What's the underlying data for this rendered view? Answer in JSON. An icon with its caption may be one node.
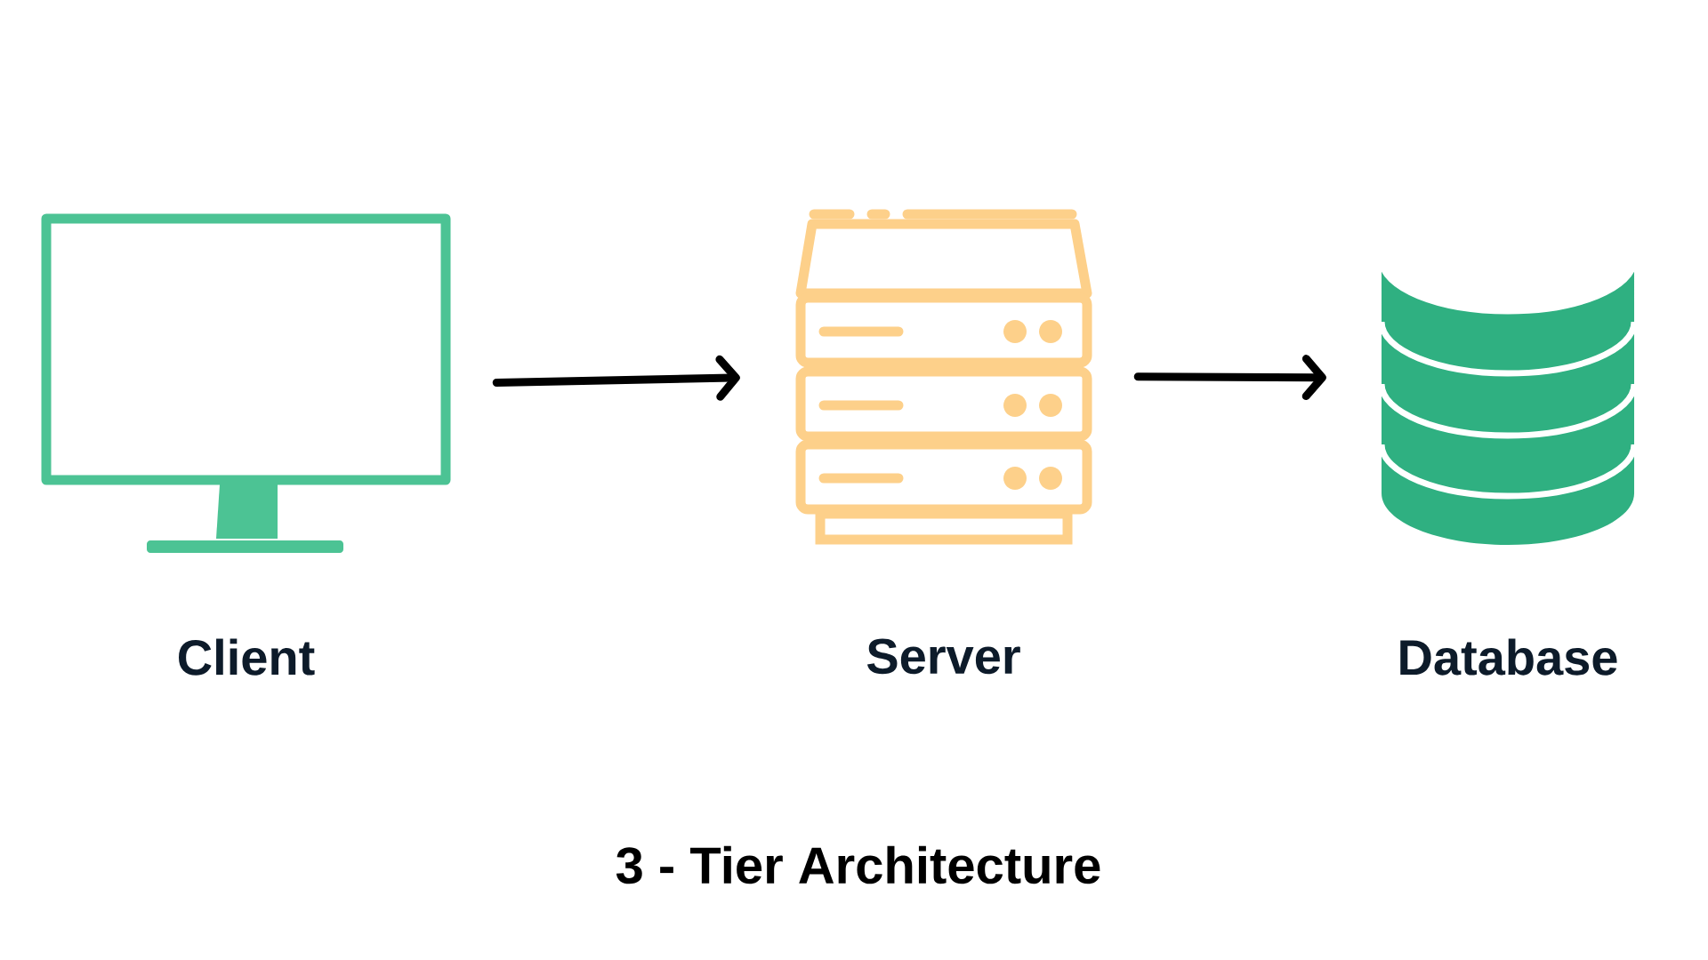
{
  "diagram": {
    "caption": "3 - Tier Architecture",
    "nodes": [
      {
        "text": [],
        "shape": "monitor",
        "beside": [
          "Client"
        ]
      },
      {
        "text": [],
        "shape": "server",
        "beside": [
          "Server"
        ]
      },
      {
        "text": [],
        "shape": "cylinder",
        "beside": [
          "Database"
        ]
      }
    ],
    "edges": [
      {
        "from": 0,
        "to": 1,
        "arrow": "to"
      },
      {
        "from": 1,
        "to": 2,
        "arrow": "to"
      }
    ]
  }
}
